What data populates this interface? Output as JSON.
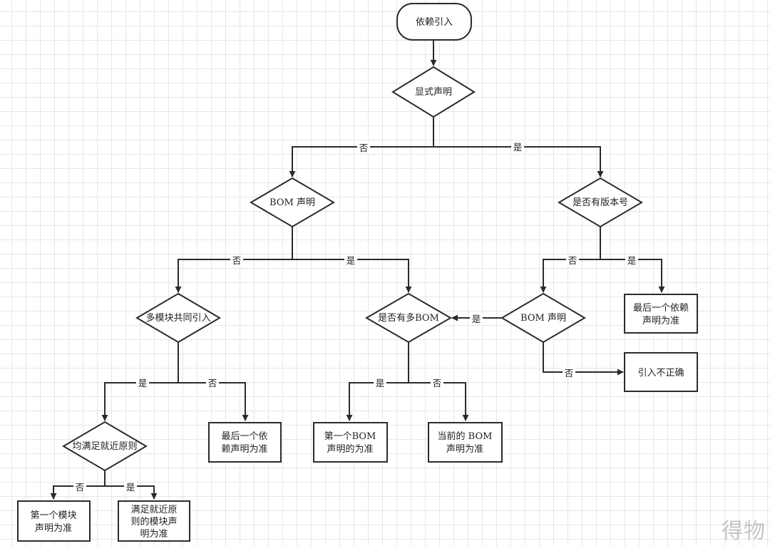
{
  "diagram": {
    "nodes": {
      "start": "依赖引入",
      "explicit_decl": "显式声明",
      "bom_decl_left": "BOM 声明",
      "has_version": "是否有版本号",
      "multi_module": "多模块共同引入",
      "has_multi_bom": "是否有多BOM",
      "bom_decl_right": "BOM 声明",
      "last_dep_decl_right": [
        "最后一个依赖",
        "声明为准"
      ],
      "nearest_rule": "均满足就近原则",
      "last_dep_decl_mid": [
        "最后一个依",
        "赖声明为准"
      ],
      "first_bom_decl": [
        "第一个BOM",
        "声明的为准"
      ],
      "current_bom_decl": [
        "当前的 BOM",
        "声明为准"
      ],
      "incorrect_import": "引入不正确",
      "first_module_decl": [
        "第一个模块",
        "声明为准"
      ],
      "nearest_module_decl": [
        "满足就近原",
        "则的模块声",
        "明为准"
      ]
    },
    "labels": {
      "yes": "是",
      "no": "否"
    }
  },
  "watermark": "得物"
}
